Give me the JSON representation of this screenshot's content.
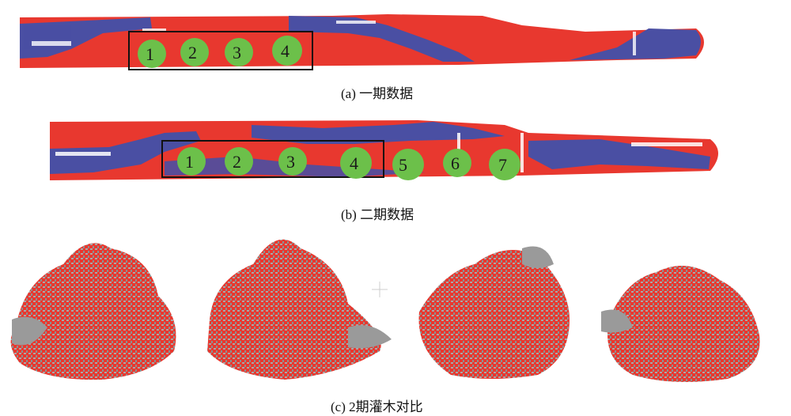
{
  "captions": {
    "a": "(a) 一期数据",
    "b": "(b) 二期数据",
    "c": "(c)  2期灌木对比"
  },
  "panel_a": {
    "shrub_labels": [
      "1",
      "2",
      "3",
      "4"
    ]
  },
  "panel_b": {
    "shrub_labels": [
      "1",
      "2",
      "3",
      "4",
      "5",
      "6",
      "7"
    ]
  },
  "colors": {
    "ground_red": "#e8382f",
    "ground_blue": "#4a4fa3",
    "shrub_green": "#6cc04a",
    "shrub_grey": "#9a9a9a",
    "box_outline": "#111111"
  }
}
